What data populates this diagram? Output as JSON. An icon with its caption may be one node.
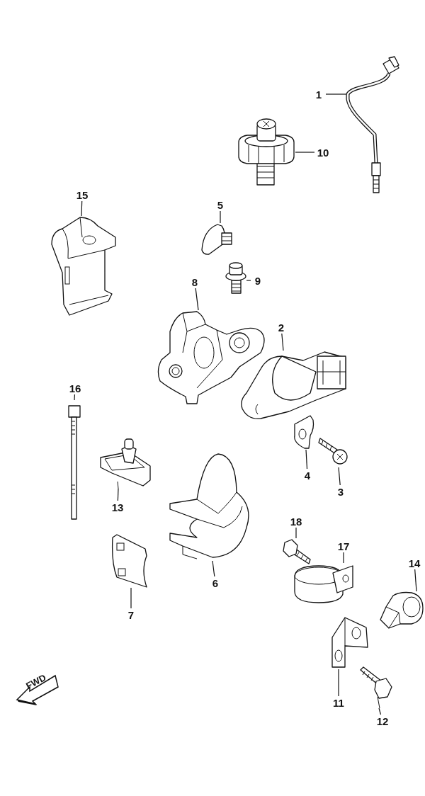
{
  "diagram": {
    "nodes": [
      {
        "text": [
          "1"
        ]
      },
      {
        "text": [],
        "shape": "picture"
      },
      {
        "text": [
          "10"
        ]
      },
      {
        "text": [],
        "shape": "picture"
      },
      {
        "text": [
          "15"
        ]
      },
      {
        "text": [],
        "shape": "picture"
      },
      {
        "text": [
          "5"
        ]
      },
      {
        "text": [],
        "shape": "picture"
      },
      {
        "text": [
          "9"
        ]
      },
      {
        "text": [],
        "shape": "picture"
      },
      {
        "text": [
          "8"
        ]
      },
      {
        "text": [],
        "shape": "picture"
      },
      {
        "text": [
          "2"
        ]
      },
      {
        "text": [],
        "shape": "picture"
      },
      {
        "text": [
          "16"
        ]
      },
      {
        "text": [],
        "shape": "picture"
      },
      {
        "text": [
          "4"
        ]
      },
      {
        "text": [],
        "shape": "picture"
      },
      {
        "text": [
          "3"
        ]
      },
      {
        "text": [],
        "shape": "picture"
      },
      {
        "text": [
          "13"
        ]
      },
      {
        "text": [],
        "shape": "picture"
      },
      {
        "text": [
          "18"
        ]
      },
      {
        "text": [],
        "shape": "picture"
      },
      {
        "text": [
          "17"
        ]
      },
      {
        "text": [],
        "shape": "picture"
      },
      {
        "text": [
          "6"
        ]
      },
      {
        "text": [],
        "shape": "picture"
      },
      {
        "text": [
          "14"
        ]
      },
      {
        "text": [],
        "shape": "picture"
      },
      {
        "text": [
          "7"
        ]
      },
      {
        "text": [],
        "shape": "picture"
      },
      {
        "text": [
          "11"
        ]
      },
      {
        "text": [],
        "shape": "picture"
      },
      {
        "text": [
          "12"
        ]
      },
      {
        "text": [],
        "shape": "picture"
      }
    ],
    "edges": [
      {
        "from": 0,
        "to": 1,
        "arrow": "none"
      },
      {
        "from": 2,
        "to": 3,
        "arrow": "none"
      },
      {
        "from": 4,
        "to": 5,
        "arrow": "none"
      },
      {
        "from": 6,
        "to": 7,
        "arrow": "none"
      },
      {
        "from": 8,
        "to": 9,
        "arrow": "none"
      },
      {
        "from": 10,
        "to": 11,
        "arrow": "none"
      },
      {
        "from": 12,
        "to": 13,
        "arrow": "none"
      },
      {
        "from": 14,
        "to": 15,
        "arrow": "none"
      },
      {
        "from": 16,
        "to": 17,
        "arrow": "none"
      },
      {
        "from": 18,
        "to": 19,
        "arrow": "none"
      },
      {
        "from": 20,
        "to": 21,
        "arrow": "none"
      },
      {
        "from": 22,
        "to": 23,
        "arrow": "none"
      },
      {
        "from": 24,
        "to": 25,
        "arrow": "none"
      },
      {
        "from": 26,
        "to": 27,
        "arrow": "none"
      },
      {
        "from": 28,
        "to": 29,
        "arrow": "none"
      },
      {
        "from": 30,
        "to": 31,
        "arrow": "none"
      },
      {
        "from": 32,
        "to": 33,
        "arrow": "none"
      },
      {
        "from": 34,
        "to": 35,
        "arrow": "none"
      }
    ],
    "labels": [
      "FWD"
    ]
  }
}
